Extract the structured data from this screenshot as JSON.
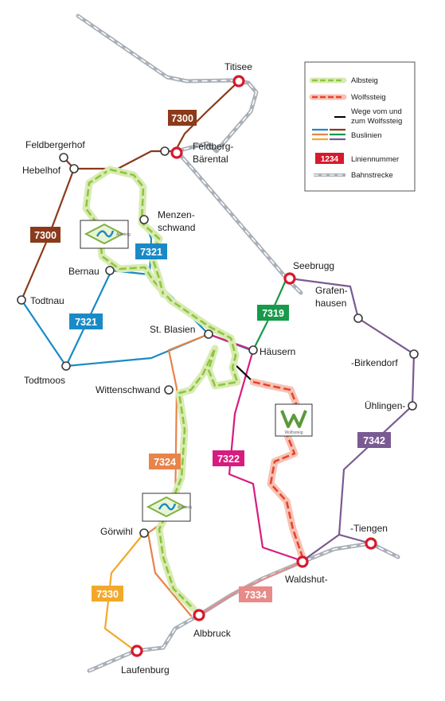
{
  "map": {
    "stops": {
      "titisee": "Titisee",
      "feldbergerhof": "Feldbergerhof",
      "hebelhof": "Hebelhof",
      "feldberg_baerental_1": "Feldberg-",
      "feldberg_baerental_2": "Bärental",
      "menzenschwand_1": "Menzen-",
      "menzenschwand_2": "schwand",
      "bernau": "Bernau",
      "todtnau": "Todtnau",
      "todtmoos": "Todtmoos",
      "st_blasien": "St. Blasien",
      "seebrugg": "Seebrugg",
      "grafenhausen_1": "Grafen-",
      "grafenhausen_2": "hausen",
      "haeusern": "Häusern",
      "birkendorf": "-Birkendorf",
      "wittenschwand": "Wittenschwand",
      "uehlingen": "Ühlingen-",
      "tiengen": "-Tiengen",
      "goerwihl": "Görwihl",
      "waldshut": "Waldshut-",
      "albbruck": "Albbruck",
      "laufenburg": "Laufenburg"
    },
    "lines": {
      "l7300a": "7300",
      "l7300b": "7300",
      "l7321a": "7321",
      "l7321b": "7321",
      "l7319": "7319",
      "l7342": "7342",
      "l7322": "7322",
      "l7324": "7324",
      "l7330": "7330",
      "l7334": "7334"
    },
    "trail_signs": {
      "albsteig_small": "Albsteig",
      "wolfssteig_small": "Wolfssteig"
    },
    "colors": {
      "line_7300": "#8b3a1a",
      "line_7321": "#1a8ac7",
      "line_7319": "#179a4a",
      "line_7342": "#7a5a92",
      "line_7322": "#d81b7f",
      "line_7324": "#e8834a",
      "line_7330": "#f2a92a",
      "line_7334": "#e88a87",
      "albsteig": "#8cc63f",
      "wolfssteig": "#e8452c",
      "rail_stop": "#d7192d",
      "rail": "#a9b0b8"
    }
  },
  "legend": {
    "albsteig": "Albsteig",
    "wolfssteig": "Wolfssteig",
    "wege_1": "Wege vom und",
    "wege_2": "zum Wolfssteig",
    "buslinien": "Buslinien",
    "liniennummer_sample": "1234",
    "liniennummer": "Liniennummer",
    "bahnstrecke": "Bahnstrecke"
  }
}
